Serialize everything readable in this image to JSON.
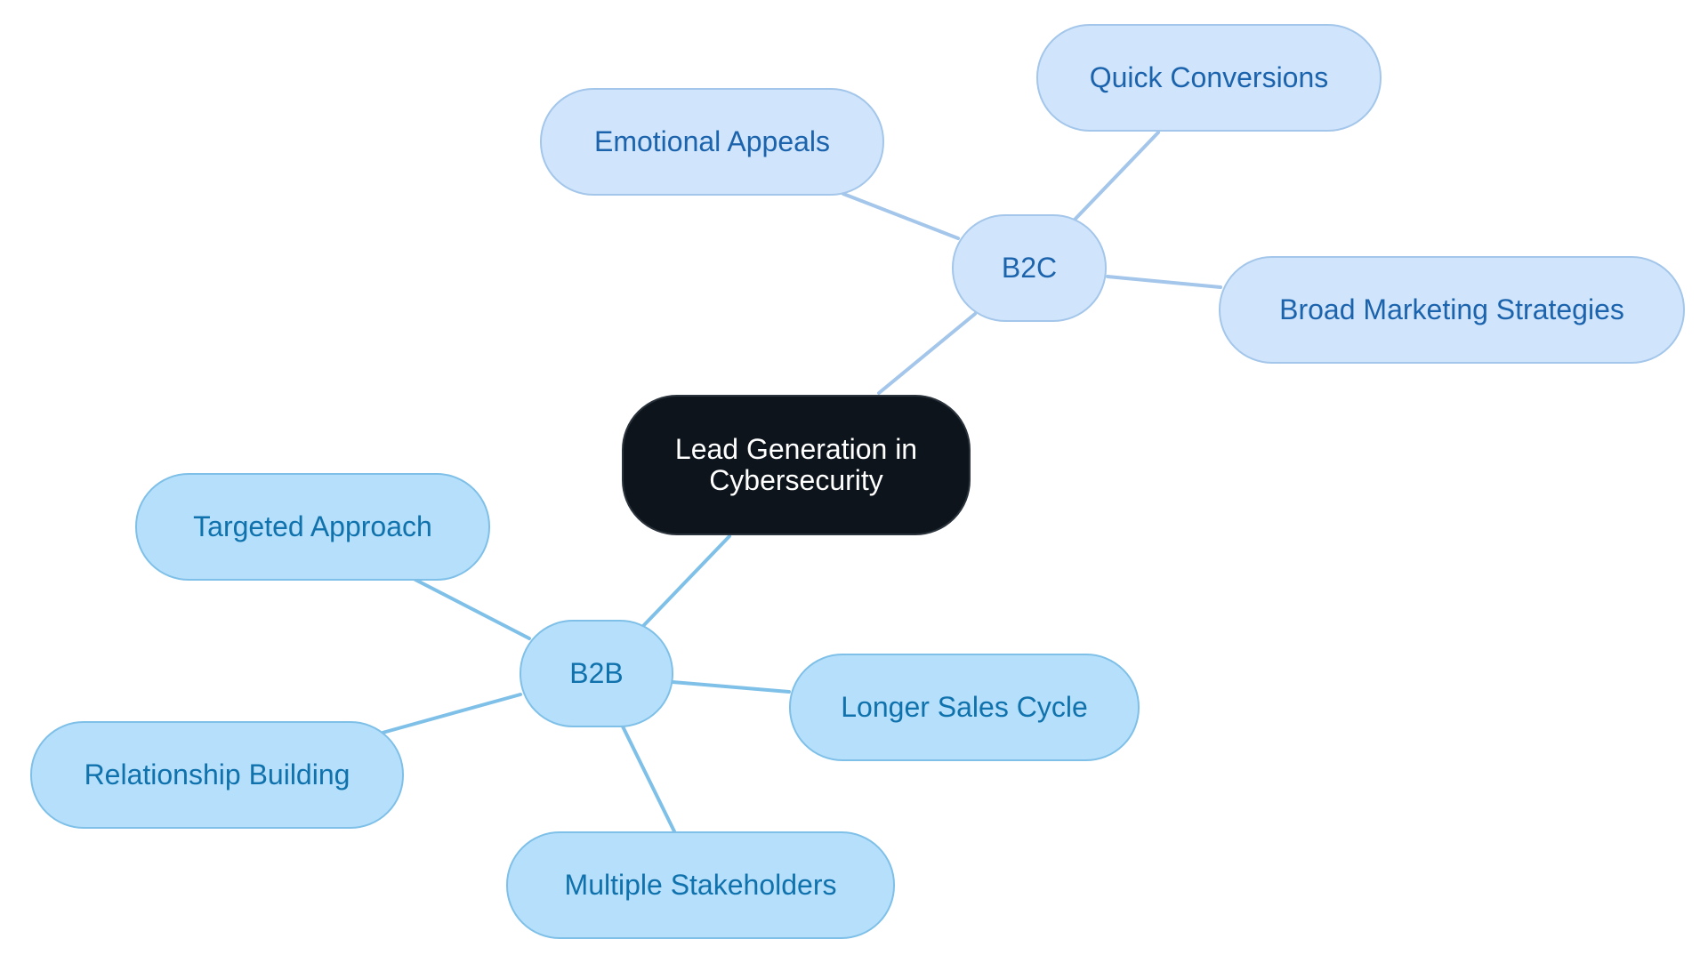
{
  "diagram": {
    "type": "mind-map",
    "root": {
      "id": "root",
      "label": "Lead Generation in Cybersecurity"
    },
    "branches": [
      {
        "id": "b2c",
        "label": "B2C",
        "children": [
          {
            "id": "emotional",
            "label": "Emotional Appeals"
          },
          {
            "id": "quick",
            "label": "Quick Conversions"
          },
          {
            "id": "broad",
            "label": "Broad Marketing Strategies"
          }
        ]
      },
      {
        "id": "b2b",
        "label": "B2B",
        "children": [
          {
            "id": "targeted",
            "label": "Targeted Approach"
          },
          {
            "id": "relationship",
            "label": "Relationship Building"
          },
          {
            "id": "stakeholders",
            "label": "Multiple Stakeholders"
          },
          {
            "id": "longer",
            "label": "Longer Sales Cycle"
          }
        ]
      }
    ],
    "colors": {
      "root_fill": "#0d141b",
      "root_text": "#ffffff",
      "b2c_fill": "#d0e5fb",
      "b2c_border": "#a3c6ea",
      "b2c_text": "#1c63ad",
      "b2b_fill": "#b6dffb",
      "b2b_border": "#7fc0e8",
      "b2b_text": "#0f72ad"
    }
  }
}
